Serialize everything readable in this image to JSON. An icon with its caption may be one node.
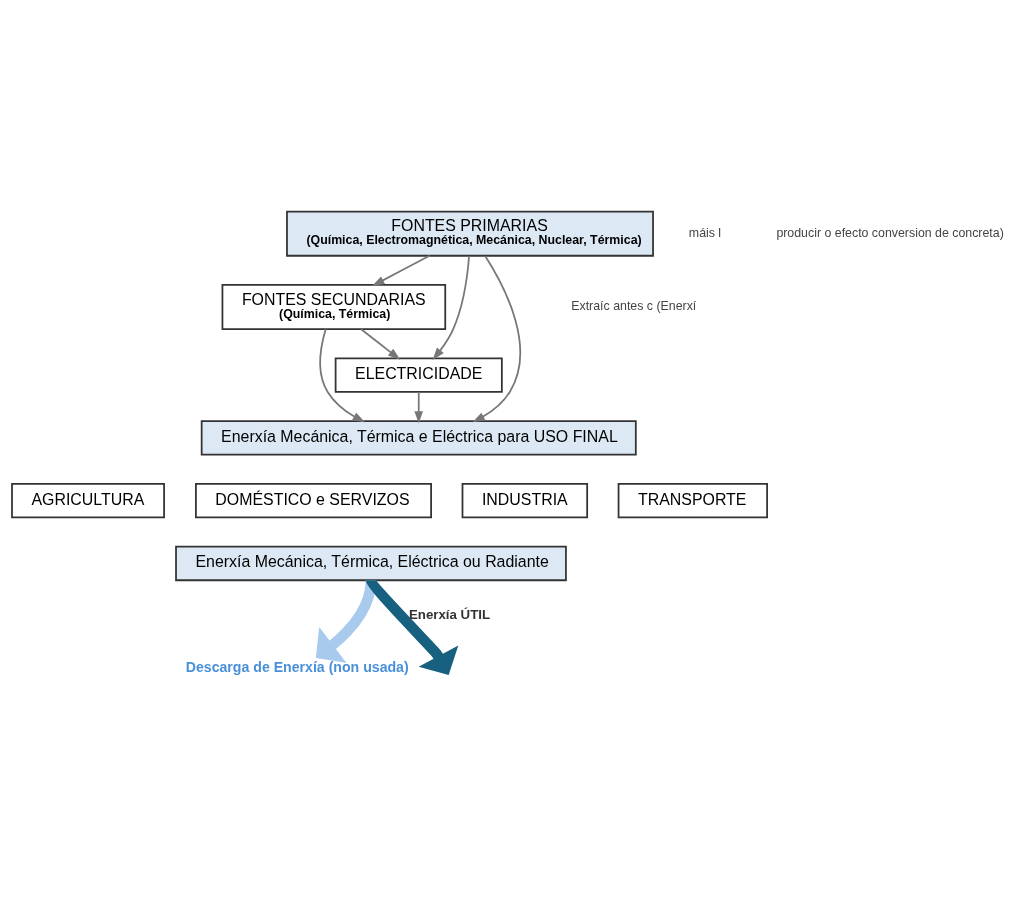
{
  "diagram": {
    "nodes": [
      {
        "text": [
          "FONTES PRIMARIAS",
          "(Química, Electromagnética, Mecánica, Nuclear, Térmica)"
        ]
      },
      {
        "text": [
          "FONTES SECUNDARIAS",
          "(Química, Térmica)"
        ]
      },
      {
        "text": [
          "ELECTRICIDADE"
        ]
      },
      {
        "text": [
          "Enerxía Mecánica, Térmica e Eléctrica para USO FINAL"
        ]
      },
      {
        "text": [
          "AGRICULTURA"
        ]
      },
      {
        "text": [
          "DOMÉSTICO e SERVIZOS"
        ]
      },
      {
        "text": [
          "INDUSTRIA"
        ]
      },
      {
        "text": [
          "TRANSPORTE"
        ]
      },
      {
        "text": [
          "Enerxía Mecánica, Térmica, Eléctrica ou Radiante"
        ]
      },
      {
        "text": [
          "Descarga de Enerxía (non usada)"
        ]
      }
    ],
    "edges": [
      {
        "from": 0,
        "to": 1,
        "arrow": "to"
      },
      {
        "from": 0,
        "to": 3,
        "arrow": "to"
      },
      {
        "from": 0,
        "to": 2,
        "arrow": "to"
      },
      {
        "from": 1,
        "to": 3,
        "arrow": "to"
      },
      {
        "from": 1,
        "to": 2,
        "arrow": "to"
      },
      {
        "from": 2,
        "to": 3,
        "arrow": "to"
      },
      {
        "from": 8,
        "to": null,
        "arrow": "to",
        "label": "Enerxía ÚTIL",
        "style": "thick",
        "color": "#17607f"
      },
      {
        "from": 8,
        "to": 9,
        "arrow": "to",
        "style": "thick",
        "color": "#a8cbed"
      }
    ],
    "labels": [
      "máis l",
      "Extraíc antes c (Enerxí",
      "producir o efecto conversion de concreta)"
    ]
  }
}
